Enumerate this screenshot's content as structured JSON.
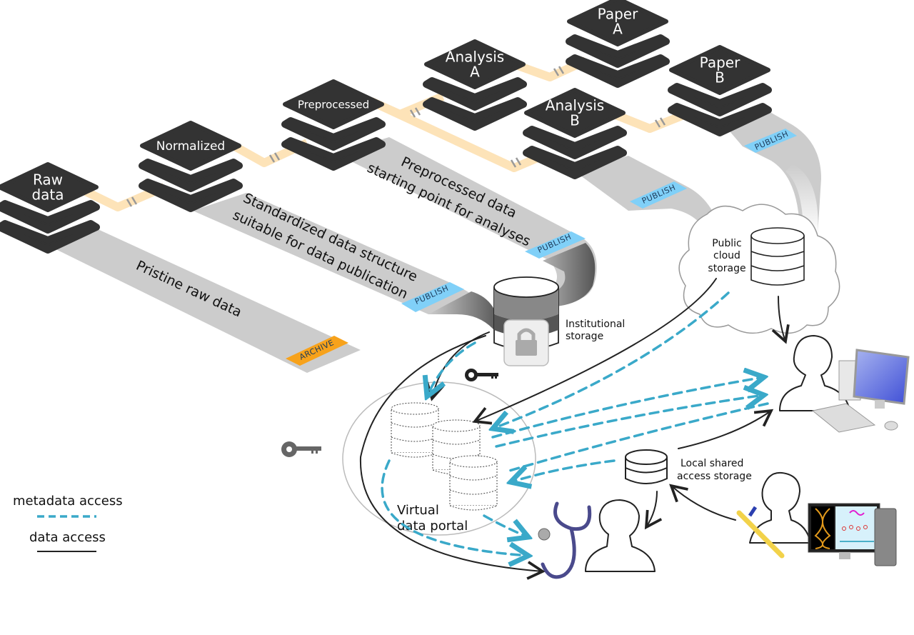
{
  "diagram": {
    "stages": [
      {
        "id": "raw",
        "label_lines": [
          "Raw",
          "data"
        ]
      },
      {
        "id": "normalized",
        "label_lines": [
          "Normalized"
        ]
      },
      {
        "id": "preprocessed",
        "label_lines": [
          "Preprocessed"
        ]
      },
      {
        "id": "analysis-a",
        "label_lines": [
          "Analysis",
          "A"
        ]
      },
      {
        "id": "analysis-b",
        "label_lines": [
          "Analysis",
          "B"
        ]
      },
      {
        "id": "paper-a",
        "label_lines": [
          "Paper",
          "A"
        ]
      },
      {
        "id": "paper-b",
        "label_lines": [
          "Paper",
          "B"
        ]
      }
    ],
    "bands": {
      "raw": [
        "Pristine raw data"
      ],
      "normalized": [
        "Standardized data structure",
        "suitable for data publication"
      ],
      "preprocessed": [
        "Preprocessed data",
        "starting point for analyses"
      ]
    },
    "tags": {
      "archive": "ARCHIVE",
      "publish": "PUBLISH"
    },
    "storage": {
      "institutional": [
        "Institutional",
        "storage"
      ],
      "public_cloud": [
        "Public",
        "cloud",
        "storage"
      ],
      "local_shared": [
        "Local shared",
        "access storage"
      ],
      "virtual_portal": [
        "Virtual",
        "data portal"
      ]
    },
    "legend": {
      "metadata": "metadata access",
      "data": "data access"
    },
    "colors": {
      "stack": "#333333",
      "connector": "#fde3b8",
      "band": "#cccccc",
      "publish": "#80d0f8",
      "archive": "#f7a21b",
      "metadata_line": "#3aa9c9",
      "data_line": "#222222"
    },
    "icons": [
      "lock-icon",
      "key-icon",
      "stethoscope-icon",
      "pipette-icon",
      "dna-monitor-icon",
      "desktop-computer-icon",
      "person-icon",
      "cloud-icon",
      "database-icon"
    ]
  }
}
